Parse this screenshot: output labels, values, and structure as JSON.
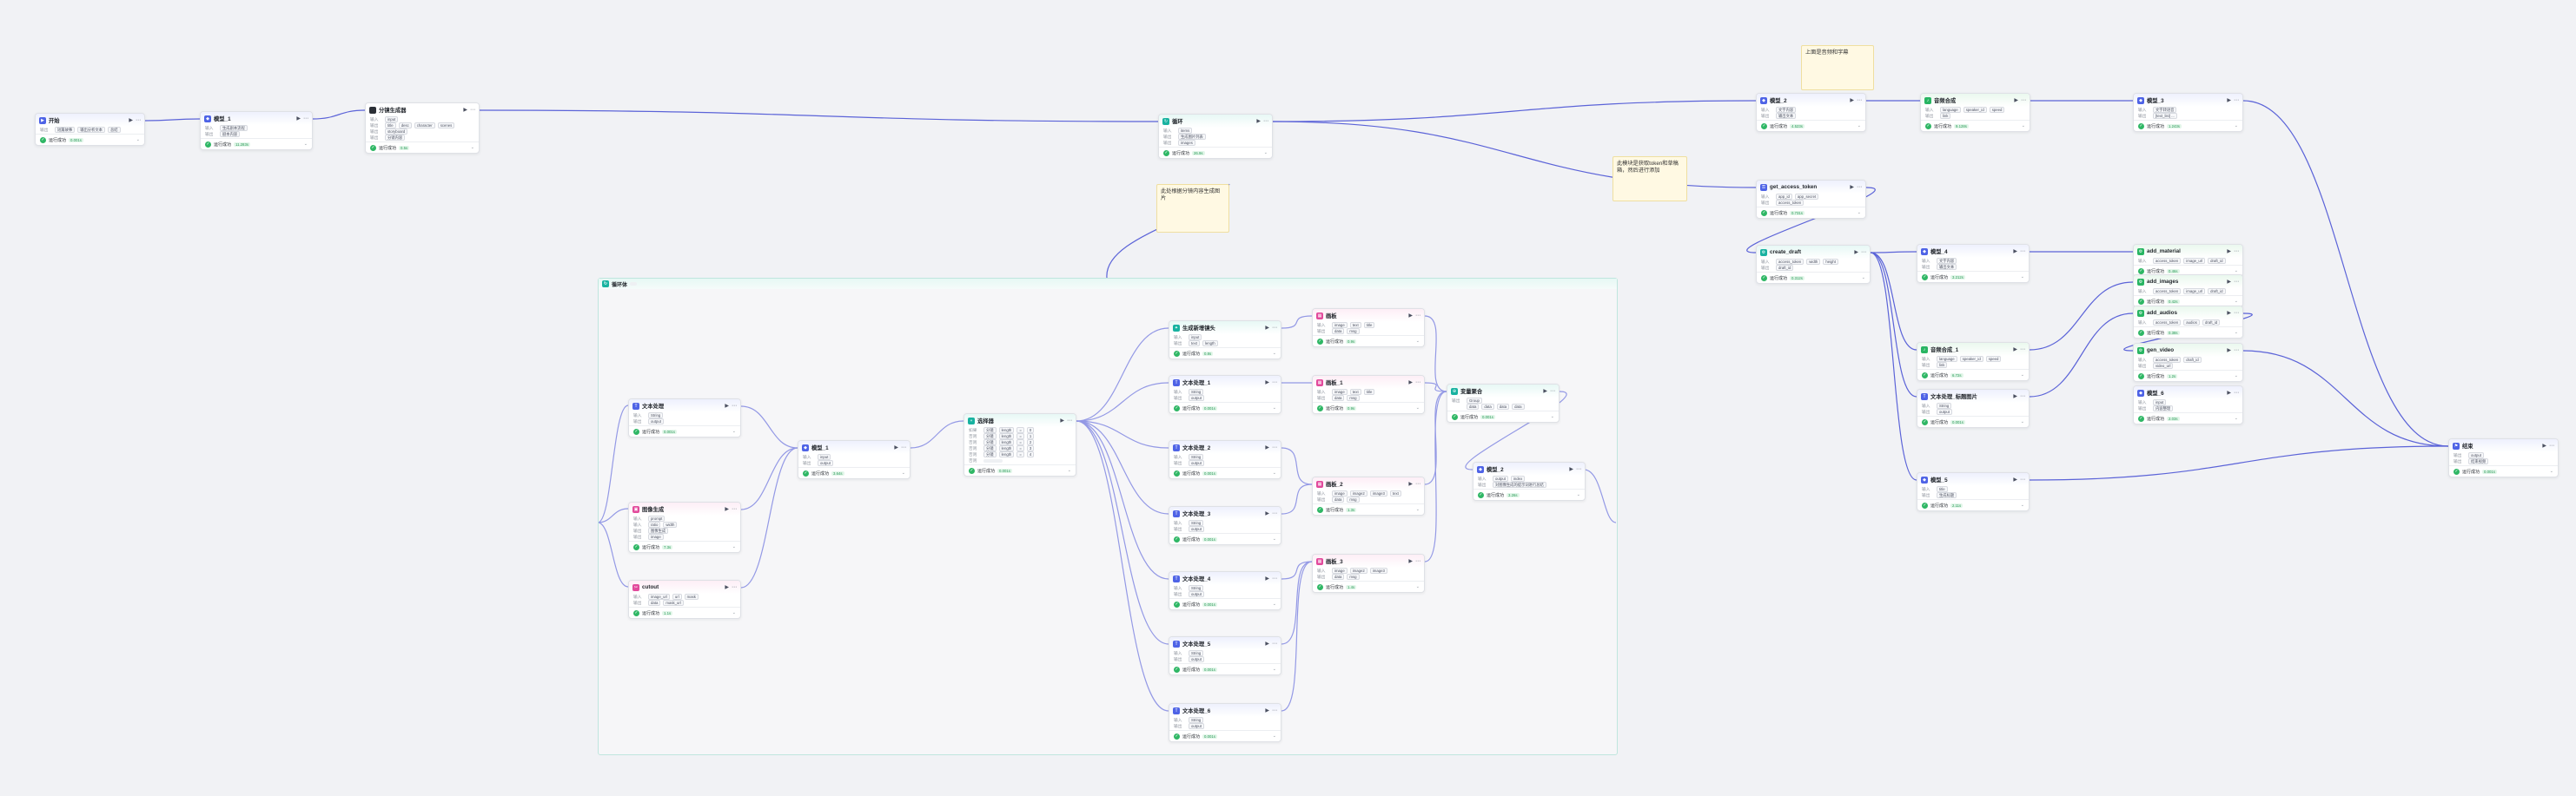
{
  "labels": {
    "status": "运行成功",
    "var": "变量",
    "in": "输入",
    "out": "输出",
    "cond": "如果"
  },
  "colors": {
    "edge": "#5b63d8",
    "success": "#2fb765",
    "loop_border": "#bfe6de",
    "note_bg": "#fff9e3"
  },
  "nodes": [
    {
      "id": "start",
      "title": "开始",
      "icon": "play-icon",
      "tone": "indigo",
      "rows": [
        [
          "输出",
          "短篇故事",
          "输出分析文本",
          "总结"
        ]
      ],
      "badge": "0.001s"
    },
    {
      "id": "llm1",
      "title": "模型_1",
      "icon": "brain-icon",
      "tone": "indigo",
      "rows": [
        [
          "输入",
          "生成剧本流程"
        ],
        [
          "输出",
          "剧本内容"
        ]
      ],
      "badge": "11.283s"
    },
    {
      "id": "script",
      "title": "分镜生成器",
      "icon": "code-icon",
      "tone": "white",
      "rows": [
        [
          "输入",
          "input"
        ],
        [
          "输出",
          "title",
          "desc",
          "character",
          "scenes"
        ],
        [
          "输出",
          "storyboard"
        ],
        [
          "输出",
          "分镜内容"
        ]
      ],
      "badge": "0.5s"
    },
    {
      "id": "batch",
      "title": "循环",
      "icon": "loop-icon",
      "tone": "teal",
      "rows": [
        [
          "输入",
          "items"
        ],
        [
          "输出",
          "生成图片列表"
        ],
        [
          "输出",
          "images"
        ]
      ],
      "badge": "26.9s"
    },
    {
      "id": "llm2",
      "title": "模型_2",
      "icon": "brain-icon",
      "tone": "indigo",
      "rows": [
        [
          "输入",
          "文字内容"
        ],
        [
          "输出",
          "输出文本"
        ]
      ],
      "badge": "4.523s"
    },
    {
      "id": "tts1",
      "title": "音频合成",
      "icon": "audio-icon",
      "tone": "green",
      "rows": [
        [
          "输入",
          "language",
          "speaker_id",
          "speed"
        ],
        [
          "输出",
          "link"
        ]
      ],
      "badge": "9.128s"
    },
    {
      "id": "llm3",
      "title": "模型_3",
      "icon": "brain-icon",
      "tone": "indigo",
      "rows": [
        [
          "输入",
          "文字转语音"
        ],
        [
          "输出",
          "[text_list] ..."
        ]
      ],
      "badge": "1.243s"
    },
    {
      "id": "access",
      "title": "get_access_token",
      "icon": "key-icon",
      "tone": "indigo",
      "rows": [
        [
          "输入",
          "app_id",
          "app_secret"
        ],
        [
          "输出",
          "access_token"
        ]
      ],
      "badge": "0.731s"
    },
    {
      "id": "draft",
      "title": "create_draft",
      "icon": "plug-icon",
      "tone": "teal",
      "rows": [
        [
          "输入",
          "access_token",
          "width",
          "height"
        ],
        [
          "输出",
          "draft_id"
        ]
      ],
      "badge": "0.312s"
    },
    {
      "id": "llm4",
      "title": "模型_4",
      "icon": "brain-icon",
      "tone": "indigo",
      "rows": [
        [
          "输入",
          "文字内容"
        ],
        [
          "输出",
          "输出文本"
        ]
      ],
      "badge": "3.212s"
    },
    {
      "id": "tts2",
      "title": "音频合成_1",
      "icon": "audio-icon",
      "tone": "green",
      "rows": [
        [
          "输入",
          "language",
          "speaker_id",
          "speed"
        ],
        [
          "输出",
          "link"
        ]
      ],
      "badge": "6.72s"
    },
    {
      "id": "text3",
      "title": "文本处理_标题图片",
      "icon": "text-icon",
      "tone": "indigo",
      "rows": [
        [
          "输入",
          "String"
        ],
        [
          "输出",
          "output"
        ]
      ],
      "badge": "0.001s"
    },
    {
      "id": "llm5",
      "title": "模型_5",
      "icon": "brain-icon",
      "tone": "indigo",
      "rows": [
        [
          "输入",
          "title"
        ],
        [
          "输出",
          "生成标题"
        ]
      ],
      "badge": "2.11s"
    },
    {
      "id": "addmat",
      "title": "add_material",
      "icon": "plug-icon",
      "tone": "green",
      "rows": [
        [
          "输入",
          "access_token",
          "image_url",
          "draft_id"
        ]
      ],
      "badge": "0.46s"
    },
    {
      "id": "addimg",
      "title": "add_images",
      "icon": "plug-icon",
      "tone": "green",
      "rows": [
        [
          "输入",
          "access_token",
          "image_url",
          "draft_id"
        ]
      ],
      "badge": "0.42s"
    },
    {
      "id": "addaud",
      "title": "add_audios",
      "icon": "plug-icon",
      "tone": "green",
      "rows": [
        [
          "输入",
          "access_token",
          "audios",
          "draft_id"
        ]
      ],
      "badge": "0.38s"
    },
    {
      "id": "gen",
      "title": "gen_video",
      "icon": "plug-icon",
      "tone": "green",
      "rows": [
        [
          "输入",
          "access_token",
          "draft_id"
        ],
        [
          "输出",
          "video_url"
        ]
      ],
      "badge": "1.2s"
    },
    {
      "id": "llm6",
      "title": "模型_6",
      "icon": "brain-icon",
      "tone": "indigo",
      "rows": [
        [
          "输入",
          "input"
        ],
        [
          "输出",
          "内容整理"
        ]
      ],
      "badge": "2.03s"
    },
    {
      "id": "end",
      "title": "结束",
      "icon": "flag-icon",
      "tone": "indigo",
      "rows": [
        [
          "输出",
          "output"
        ],
        [
          "输出",
          "结束视频"
        ]
      ],
      "badge": "0.001s"
    },
    {
      "id": "l_text",
      "title": "文本处理",
      "icon": "text-icon",
      "tone": "indigo",
      "rows": [
        [
          "输入",
          "String"
        ],
        [
          "输出",
          "output"
        ]
      ],
      "badge": "0.001s"
    },
    {
      "id": "l_img",
      "title": "图像生成",
      "icon": "image-icon",
      "tone": "pink",
      "rows": [
        [
          "输入",
          "prompt"
        ],
        [
          "输入",
          "ratio",
          "width"
        ],
        [
          "输出",
          "图像生成"
        ],
        [
          "输出",
          "image"
        ]
      ],
      "badge": "7.3s"
    },
    {
      "id": "l_cutout",
      "title": "cutout",
      "icon": "scissor-icon",
      "tone": "pink",
      "rows": [
        [
          "输入",
          "image_url",
          "url",
          "mask"
        ],
        [
          "输出",
          "data",
          "mask_url"
        ]
      ],
      "badge": "1.1s"
    },
    {
      "id": "l_llm",
      "title": "模型_1",
      "icon": "brain-icon",
      "tone": "indigo",
      "rows": [
        [
          "输入",
          "input"
        ],
        [
          "输出",
          "output"
        ]
      ],
      "badge": "3.64s"
    },
    {
      "id": "l_sel",
      "title": "选择器",
      "icon": "branch-icon",
      "tone": "teal",
      "rows": [
        [
          "如果",
          "分镜",
          "length",
          "=",
          "0"
        ],
        [
          "否则",
          "分镜",
          "length",
          "=",
          "1"
        ],
        [
          "否则",
          "分镜",
          "length",
          "=",
          "2"
        ],
        [
          "否则",
          "分镜",
          "length",
          "=",
          "3"
        ],
        [
          "否则",
          "分镜",
          "length",
          "=",
          "4"
        ],
        [
          "否则",
          ""
        ]
      ],
      "badge": "0.001s"
    },
    {
      "id": "l_sub",
      "title": "生成新增镜头",
      "icon": "sparkle-icon",
      "tone": "teal",
      "rows": [
        [
          "输入",
          "input"
        ],
        [
          "输出",
          "text",
          "length"
        ]
      ],
      "badge": "0.8s"
    },
    {
      "id": "l_t1",
      "title": "文本处理_1",
      "icon": "text-icon",
      "tone": "indigo",
      "rows": [
        [
          "输入",
          "String"
        ],
        [
          "输出",
          "output"
        ]
      ],
      "badge": "0.001s"
    },
    {
      "id": "l_t2",
      "title": "文本处理_2",
      "icon": "text-icon",
      "tone": "indigo",
      "rows": [
        [
          "输入",
          "String"
        ],
        [
          "输出",
          "output"
        ]
      ],
      "badge": "0.001s"
    },
    {
      "id": "l_t3",
      "title": "文本处理_3",
      "icon": "text-icon",
      "tone": "indigo",
      "rows": [
        [
          "输入",
          "String"
        ],
        [
          "输出",
          "output"
        ]
      ],
      "badge": "0.001s"
    },
    {
      "id": "l_t4",
      "title": "文本处理_4",
      "icon": "text-icon",
      "tone": "indigo",
      "rows": [
        [
          "输入",
          "String"
        ],
        [
          "输出",
          "output"
        ]
      ],
      "badge": "0.001s"
    },
    {
      "id": "l_t5",
      "title": "文本处理_5",
      "icon": "text-icon",
      "tone": "indigo",
      "rows": [
        [
          "输入",
          "String"
        ],
        [
          "输出",
          "output"
        ]
      ],
      "badge": "0.001s"
    },
    {
      "id": "l_t6",
      "title": "文本处理_6",
      "icon": "text-icon",
      "tone": "indigo",
      "rows": [
        [
          "输入",
          "String"
        ],
        [
          "输出",
          "output"
        ]
      ],
      "badge": "0.001s"
    },
    {
      "id": "l_m1",
      "title": "画板",
      "icon": "canvas-icon",
      "tone": "pink",
      "rows": [
        [
          "输入",
          "image",
          "text",
          "title"
        ],
        [
          "输出",
          "data",
          "msg"
        ]
      ],
      "badge": "0.9s"
    },
    {
      "id": "l_m2",
      "title": "画板_1",
      "icon": "canvas-icon",
      "tone": "pink",
      "rows": [
        [
          "输入",
          "image",
          "text",
          "title"
        ],
        [
          "输出",
          "data",
          "msg"
        ]
      ],
      "badge": "0.9s"
    },
    {
      "id": "l_m3",
      "title": "画板_2",
      "icon": "canvas-icon",
      "tone": "pink",
      "rows": [
        [
          "输入",
          "image",
          "image2",
          "image3",
          "text"
        ],
        [
          "输出",
          "data",
          "msg"
        ]
      ],
      "badge": "1.3s"
    },
    {
      "id": "l_m4",
      "title": "画板_3",
      "icon": "canvas-icon",
      "tone": "pink",
      "rows": [
        [
          "输入",
          "image",
          "image2",
          "image3"
        ],
        [
          "输出",
          "data",
          "msg"
        ]
      ],
      "badge": "1.4s"
    },
    {
      "id": "l_merge",
      "title": "变量聚合",
      "icon": "merge-icon",
      "tone": "teal",
      "rows": [
        [
          "输出",
          "Group"
        ],
        [
          "",
          "data",
          "data",
          "data",
          "data"
        ]
      ],
      "badge": "0.001s"
    },
    {
      "id": "l_llm2",
      "title": "模型_2",
      "icon": "brain-icon",
      "tone": "indigo",
      "rows": [
        [
          "输入",
          "output",
          "index"
        ],
        [
          "输出",
          "对图像生成的提示词进行总结"
        ]
      ],
      "badge": "3.26s"
    }
  ],
  "loop": {
    "title": "循环体"
  },
  "notes": [
    {
      "id": "note1",
      "text": "此处根据分镜内容生成图片"
    },
    {
      "id": "note2",
      "text": "此模块是获取token和草稿箱，然后进行添加"
    },
    {
      "id": "note3",
      "text": "上面是音频和字幕"
    }
  ]
}
